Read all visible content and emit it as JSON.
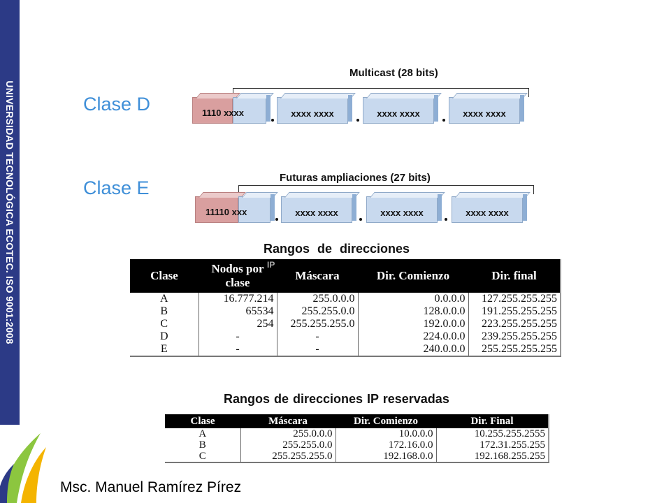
{
  "side_text": "UNIVERSIDAD TECNOLÓGICA ECOTEC. ISO 9001:2008",
  "class_d": {
    "title": "Clase D",
    "bracket_label": "Multicast (28 bits)",
    "prefix_label": "1110 xxxx",
    "octets": [
      "xxxx xxxx",
      "xxxx xxxx",
      "xxxx xxxx"
    ]
  },
  "class_e": {
    "title": "Clase E",
    "bracket_label": "Futuras ampliaciones (27 bits)",
    "prefix_label": "11110 xxx",
    "octets": [
      "xxxx xxxx",
      "xxxx xxxx",
      "xxxx xxxx"
    ]
  },
  "ranges_table": {
    "title": "Rangos de direcciones",
    "ghost_text": "IP",
    "headers": [
      "Clase",
      "Nodos por clase",
      "Máscara",
      "Dir. Comienzo",
      "Dir. final"
    ],
    "rows": [
      [
        "A",
        "16.777.214",
        "255.0.0.0",
        "0.0.0.0",
        "127.255.255.255"
      ],
      [
        "B",
        "65534",
        "255.255.0.0",
        "128.0.0.0",
        "191.255.255.255"
      ],
      [
        "C",
        "254",
        "255.255.255.0",
        "192.0.0.0",
        "223.255.255.255"
      ],
      [
        "D",
        "-",
        "-",
        "224.0.0.0",
        "239.255.255.255"
      ],
      [
        "E",
        "-",
        "-",
        "240.0.0.0",
        "255.255.255.255"
      ]
    ]
  },
  "reserved_table": {
    "title": "Rangos de direcciones IP reservadas",
    "headers": [
      "Clase",
      "Máscara",
      "Dir. Comienzo",
      "Dir. Final"
    ],
    "rows": [
      [
        "A",
        "255.0.0.0",
        "10.0.0.0",
        "10.255.255.2555"
      ],
      [
        "B",
        "255.255.0.0",
        "172.16.0.0",
        "172.31.255.255"
      ],
      [
        "C",
        "255.255.255.0",
        "192.168.0.0",
        "192.168.255.255"
      ]
    ]
  },
  "author": "Msc. Manuel Ramírez Pírez"
}
